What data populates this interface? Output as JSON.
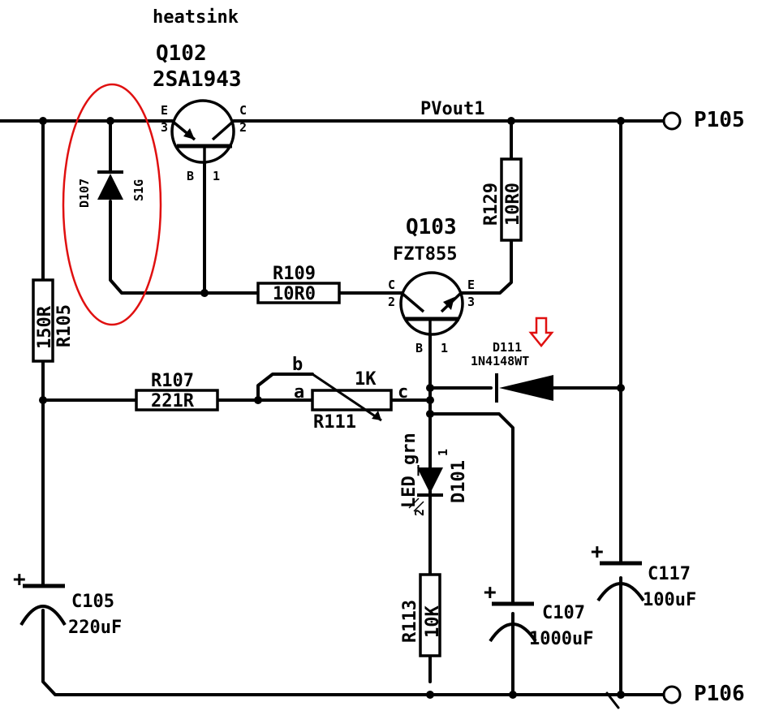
{
  "heatsink_note": "heatsink",
  "nets": {
    "pvout": "PVout1"
  },
  "ports": {
    "p105": "P105",
    "p106": "P106"
  },
  "q102": {
    "ref": "Q102",
    "value": "2SA1943",
    "pin_e": "E",
    "pin_e_num": "3",
    "pin_c": "C",
    "pin_c_num": "2",
    "pin_b": "B",
    "pin_b_num": "1"
  },
  "q103": {
    "ref": "Q103",
    "value": "FZT855",
    "pin_c": "C",
    "pin_c_num": "2",
    "pin_e": "E",
    "pin_e_num": "3",
    "pin_b": "B",
    "pin_b_num": "1"
  },
  "d107": {
    "ref": "D107",
    "value": "S1G"
  },
  "d111": {
    "ref": "D111",
    "value": "1N4148WT"
  },
  "d101": {
    "ref": "D101",
    "value": "LED_grn",
    "pin1": "1",
    "pin2": "2"
  },
  "r129": {
    "ref": "R129",
    "value": "10R0"
  },
  "r109": {
    "ref": "R109",
    "value": "10R0"
  },
  "r105": {
    "ref": "R105",
    "value": "150R"
  },
  "r107": {
    "ref": "R107",
    "value": "221R"
  },
  "r111": {
    "ref": "R111",
    "value": "1K",
    "pin_a": "a",
    "pin_b": "b",
    "pin_c": "c"
  },
  "r113": {
    "ref": "R113",
    "value": "10K"
  },
  "c105": {
    "ref": "C105",
    "value": "220uF",
    "polarity": "+"
  },
  "c107": {
    "ref": "C107",
    "value": "1000uF",
    "polarity": "+"
  },
  "c117": {
    "ref": "C117",
    "value": "100uF",
    "polarity": "+"
  },
  "annotation_colors": {
    "highlight": "#e01010"
  }
}
